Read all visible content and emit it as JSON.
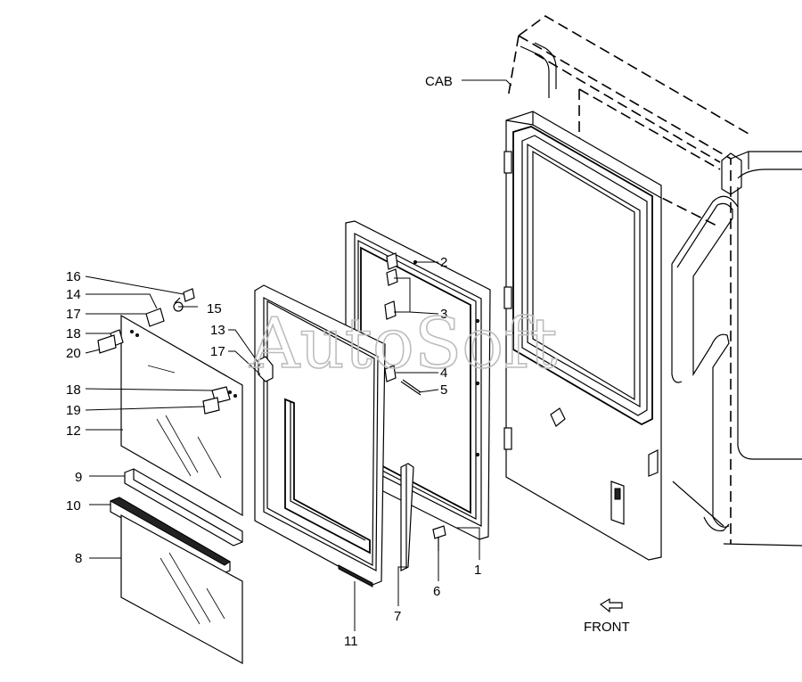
{
  "watermark": "AutoSoft",
  "labels": {
    "cab": "CAB",
    "front": "FRONT",
    "p1": "1",
    "p2": "2",
    "p3": "3",
    "p4": "4",
    "p5": "5",
    "p6": "6",
    "p7": "7",
    "p8": "8",
    "p9": "9",
    "p10": "10",
    "p11": "11",
    "p12": "12",
    "p13": "13",
    "p14": "14",
    "p15": "15",
    "p16": "16",
    "p17a": "17",
    "p17b": "17",
    "p18a": "18",
    "p18b": "18",
    "p19": "19",
    "p20": "20"
  }
}
